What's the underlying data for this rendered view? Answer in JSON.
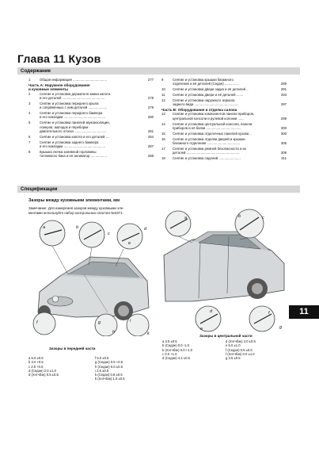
{
  "chapter": "Глава 11 Кузов",
  "contents_header": "Содержание",
  "toc_left": [
    {
      "n": "1",
      "t": "Общая информация ....................................",
      "p": "277"
    },
    {
      "sub": "Часть А: Наружное оборудование"
    },
    {
      "sub": "и кузовные элементы"
    },
    {
      "n": "2",
      "t": "Снятие и установка держателя замка капота"
    },
    {
      "n": "",
      "t": "и его деталей .............................................",
      "p": "278"
    },
    {
      "n": "3",
      "t": "Снятие и установка переднего крыла"
    },
    {
      "n": "",
      "t": "и сопряжённых с ним деталей ....................",
      "p": "279"
    },
    {
      "n": "4",
      "t": "Снятие и установка переднего бампера"
    },
    {
      "n": "",
      "t": "и его накладки ............................................",
      "p": "280"
    },
    {
      "n": "5",
      "t": "Снятие и установка панелей звукоизоляции,"
    },
    {
      "n": "",
      "t": "локеров, малодок и переборки"
    },
    {
      "n": "",
      "t": "двигательного отсека ..................................",
      "p": "281"
    },
    {
      "n": "6",
      "t": "Снятие и установка капота и его деталей ....",
      "p": "284"
    },
    {
      "n": "7",
      "t": "Снятие и установка заднего бампера"
    },
    {
      "n": "",
      "t": "и его накладки ............................................",
      "p": "287"
    },
    {
      "n": "8",
      "t": "Крышка лючка заливной горловины"
    },
    {
      "n": "",
      "t": "топливного бака и её активатор .................",
      "p": "288"
    }
  ],
  "toc_right": [
    {
      "n": "9",
      "t": "Снятие и установка крышки багажного"
    },
    {
      "n": "",
      "t": "отделения и её деталей (Седан) ...............",
      "p": "289"
    },
    {
      "n": "10",
      "t": "Снятие и установка двери задка и её деталей ..",
      "p": "291"
    },
    {
      "n": "11",
      "t": "Снятие и установка двери и её деталей .......",
      "p": "293"
    },
    {
      "n": "12",
      "t": "Снятие и установка наружного зеркала"
    },
    {
      "n": "",
      "t": "заднего вида ...............................................",
      "p": "297"
    },
    {
      "sub": "Часть В: Оборудование и отделка салона"
    },
    {
      "n": "13",
      "t": "Снятие и установка компонентов панели приборов,"
    },
    {
      "n": "",
      "t": "центральной консоли и рулевой колонки ......",
      "p": "298"
    },
    {
      "n": "14",
      "t": "Снятие и установка центральной консоли, панели"
    },
    {
      "n": "",
      "t": "приборов и её балки .....................................",
      "p": "300"
    },
    {
      "n": "15",
      "t": "Снятие и установка отделочных панелей кузова ..",
      "p": "300"
    },
    {
      "n": "16",
      "t": "Снятие и установка отделки дверей и крышки"
    },
    {
      "n": "",
      "t": "багажного отделения ...................................",
      "p": "305"
    },
    {
      "n": "17",
      "t": "Снятие и установка ремней безопасности и их"
    },
    {
      "n": "",
      "t": "деталей ........................................................",
      "p": "309"
    },
    {
      "n": "18",
      "t": "Снятие и установка сидений .......................",
      "p": "311"
    }
  ],
  "specs_header": "Спецификации",
  "spec_title": "Зазоры между кузовными элементами, мм",
  "note_line1": "Замечание: Для измерения зазоров между кузовными эле-",
  "note_line2": "ментами используйте набор контрольных пластин №3371.",
  "caption_front": "Зазоры в передней части",
  "caption_center": "Зазоры в центральной части",
  "legend_front_a": [
    "a    5.0 ±0.5",
    "b    3.0 +0.5",
    "c    2.5 +0.5",
    "d (Седан)  2.0 ±1.0",
    "d (Хэтчбэк)  0.5 ±0.5"
  ],
  "legend_front_b": [
    "f     5.0 ±0.5",
    "g (Седан)  0.5 +0.5",
    "h (Седан)  0.0 ±0.5",
    "i     2.5 ±0.5",
    "k (Седан)  0.8 ±0.5",
    "k (Хэтчбэк)  1.0 ±0.5"
  ],
  "legend_center_a": [
    "a    3.5 ±0.5",
    "b (Седан)  0.0 -1.0",
    "b (Хэтчбэк)  0.0 +1.0",
    "c    0.0 +1.0",
    "d (Седан)  4.2 ±0.5"
  ],
  "legend_center_b": [
    "d (Хэтчбэк)  4.0 ±0.5",
    "e    5.0 ±1.0",
    "f (Седан)  0.5 ±0.5",
    "f (Хэтчбэк)  0.0 ±1.0",
    "g    3.5 ±0.5"
  ],
  "tab": "11",
  "fig_labels_front": [
    "a",
    "b",
    "c",
    "d",
    "e",
    "f",
    "g",
    "h",
    "i",
    "k"
  ],
  "fig_labels_center": [
    "a",
    "b",
    "c",
    "d",
    "e",
    "f",
    "g"
  ]
}
